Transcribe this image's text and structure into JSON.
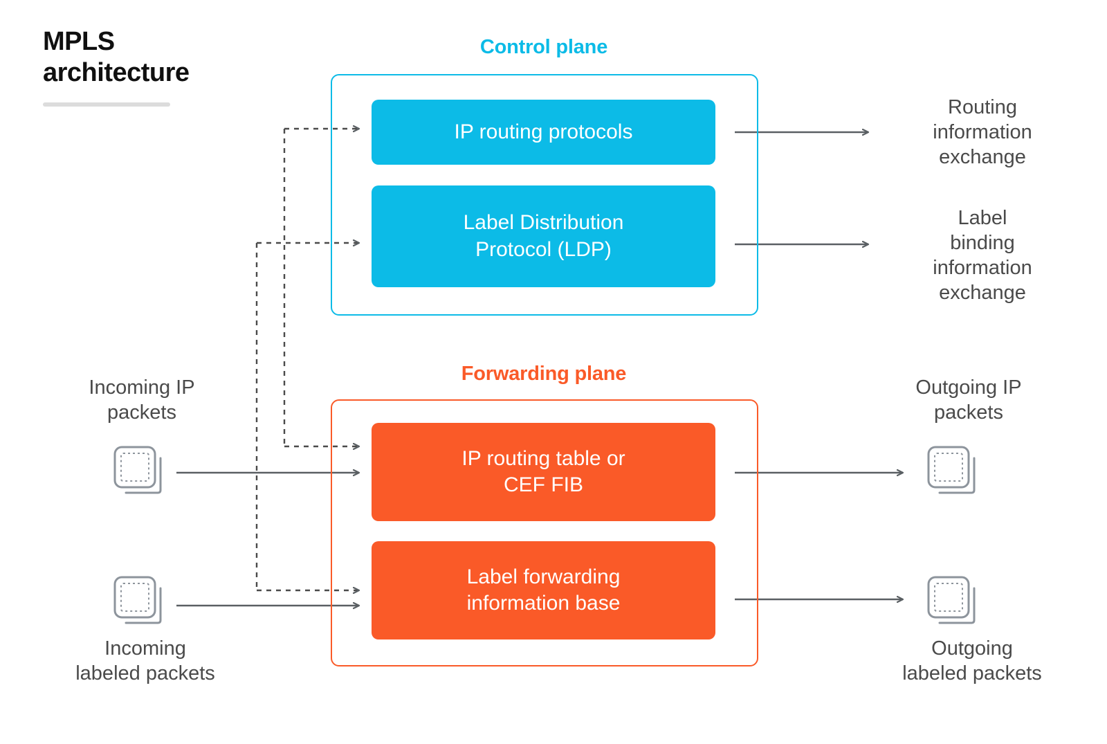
{
  "title": {
    "text": "MPLS\narchitecture"
  },
  "planes": {
    "control": {
      "heading": "Control plane",
      "color": "#0cbbe7",
      "boxes": [
        {
          "label": "IP routing protocols"
        },
        {
          "label": "Label Distribution\nProtocol (LDP)"
        }
      ]
    },
    "forwarding": {
      "heading": "Forwarding plane",
      "color": "#fa5a28",
      "boxes": [
        {
          "label": "IP routing table or\nCEF FIB"
        },
        {
          "label": "Label forwarding\ninformation base"
        }
      ]
    }
  },
  "outputs": {
    "routing_information_exchange": "Routing\ninformation\nexchange",
    "label_binding_information_exchange": "Label\nbinding\ninformation\nexchange",
    "outgoing_ip_packets": "Outgoing IP\npackets",
    "outgoing_labeled_packets": "Outgoing\nlabeled packets"
  },
  "inputs": {
    "incoming_ip_packets": "Incoming IP\npackets",
    "incoming_labeled_packets": "Incoming\nlabeled packets"
  },
  "colors": {
    "cyan": "#0cbbe7",
    "orange": "#fa5a28",
    "text_gray": "#4a4a4a",
    "line_gray": "#5a5f63",
    "icon_gray": "#8d949c",
    "rule_gray": "#dcdcdc",
    "title_black": "#101010"
  },
  "icons": {
    "packet_in_ip": "packet-stack-icon",
    "packet_in_labeled": "packet-stack-icon",
    "packet_out_ip": "packet-stack-icon",
    "packet_out_labeled": "packet-stack-icon"
  }
}
